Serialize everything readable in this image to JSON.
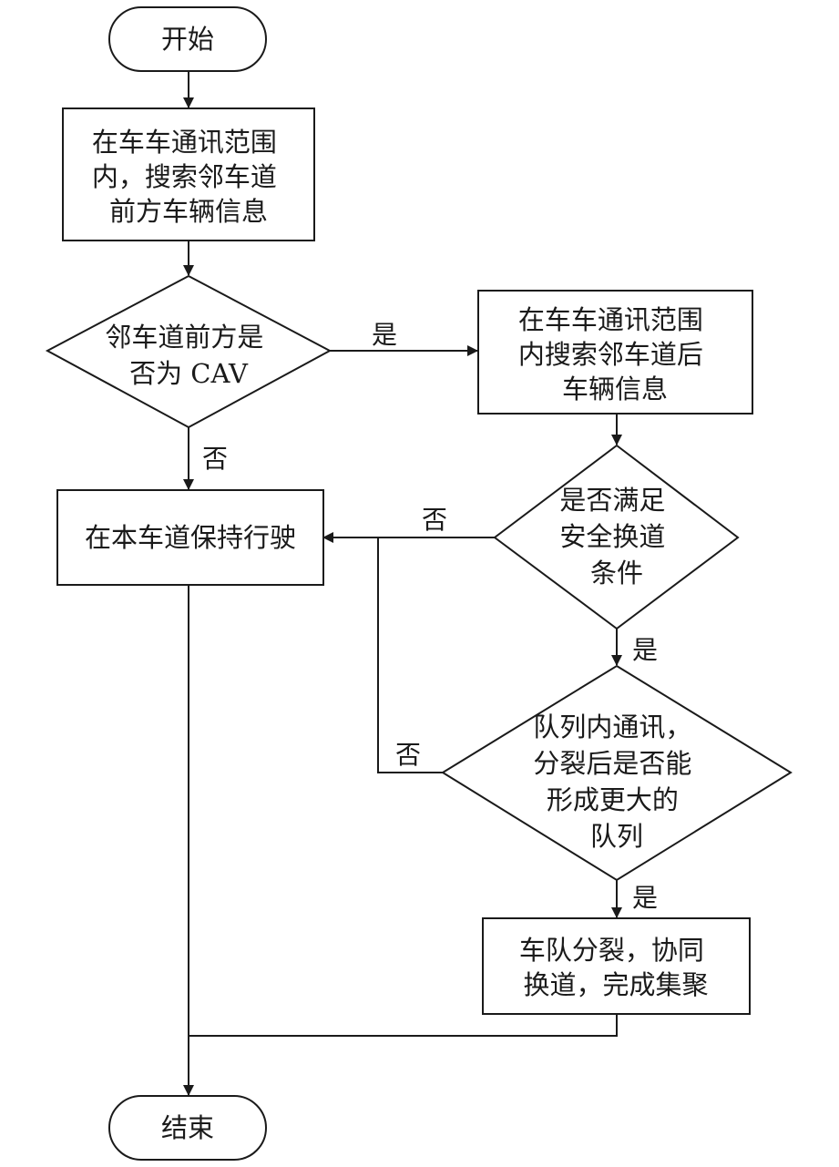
{
  "nodes": {
    "start": {
      "lines": [
        "开始"
      ]
    },
    "search_front": {
      "lines": [
        "在车车通讯范围",
        "内，搜索邻车道",
        "前方车辆信息"
      ]
    },
    "is_cav": {
      "lines": [
        "邻车道前方是",
        "否为 CAV"
      ]
    },
    "search_rear": {
      "lines": [
        "在车车通讯范围",
        "内搜索邻车道后",
        "车辆信息"
      ]
    },
    "keep_lane": {
      "lines": [
        "在本车道保持行驶"
      ]
    },
    "safe_change": {
      "lines": [
        "是否满足",
        "安全换道",
        "条件"
      ]
    },
    "split_check": {
      "lines": [
        "队列内通讯，",
        "分裂后是否能",
        "形成更大的",
        "队列"
      ]
    },
    "split_merge": {
      "lines": [
        "车队分裂，协同",
        "换道，完成集聚"
      ]
    },
    "end": {
      "lines": [
        "结束"
      ]
    }
  },
  "labels": {
    "cav_yes": "是",
    "cav_no": "否",
    "safe_no": "否",
    "safe_yes": "是",
    "split_no": "否",
    "split_yes": "是"
  }
}
